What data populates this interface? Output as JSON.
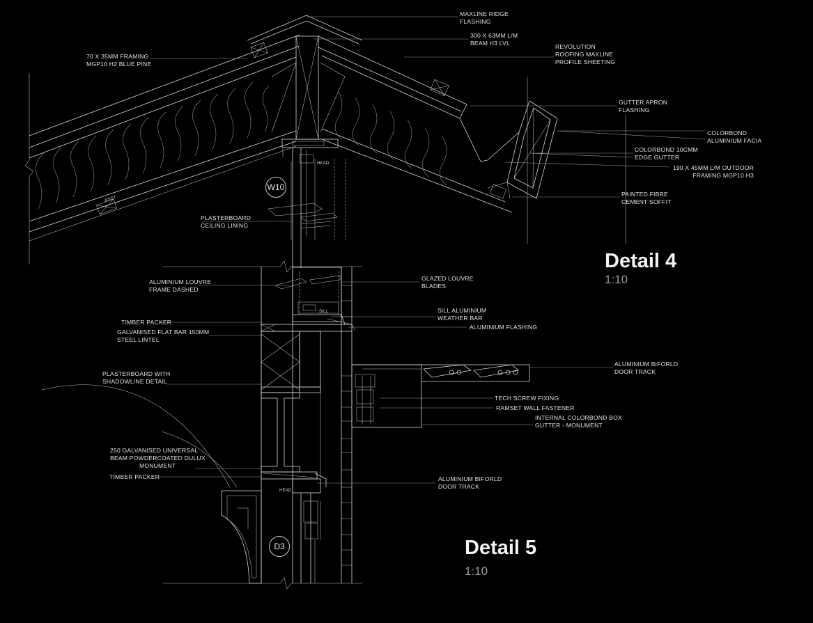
{
  "details": [
    {
      "title": "Detail 4",
      "scale": "1:10"
    },
    {
      "title": "Detail 5",
      "scale": "1:10"
    }
  ],
  "tags": {
    "w10": "W10",
    "d3": "D3"
  },
  "inline": {
    "joist": "JOIST",
    "head": "HEAD",
    "sill": "SILL",
    "head2": "HEAD"
  },
  "labels": {
    "maxline_ridge": [
      "MAXLINE  RIDGE",
      "FLASHING"
    ],
    "lvl_beam": [
      "300 X 63MM L/M",
      "BEAM H3 LVL"
    ],
    "revolution": [
      "REVOLUTION",
      "ROOFING MAXLINE",
      "PROFILE SHEETING"
    ],
    "framing_70": [
      "70 X 35MM FRAMING",
      "MGP10 H2 BLUE PINE"
    ],
    "gutter_apron": [
      "GUTTER APRON",
      "FLASHING"
    ],
    "colorbond_facia": [
      "COLORBOND",
      "ALUMINIUM FACIA"
    ],
    "edge_gutter": [
      "COLORBOND 10CMM",
      "EDGE GUTTER"
    ],
    "outdoor_framing": [
      "190 X 45MM L/M OUTDOOR",
      "FRAMING MGP10 H3"
    ],
    "soffit": [
      "PAINTED FIBRE",
      "CEMENT SOFFIT"
    ],
    "ceiling": [
      "PLASTERBOARD",
      "CEILING LINING"
    ],
    "louvre_frame": [
      "ALUMINIUM LOUVRE",
      "FRAME DASHED"
    ],
    "glazed_louvre": [
      "GLAZED LOUVRE",
      "BLADES"
    ],
    "sill_bar": [
      "SILL ALUMINIUM",
      "WEATHER BAR"
    ],
    "timber_packer_1": [
      "TIMBER PACKER"
    ],
    "alu_flashing": [
      "ALUMINIUM FLASHING"
    ],
    "galv_flat_bar": [
      "GALVANISED FLAT BAR 150MM",
      "STEEL LINTEL"
    ],
    "biforld_track_1": [
      "ALUMINIUM BIFORLD",
      "DOOR TRACK"
    ],
    "shadowline": [
      "PLASTERBOARD WITH",
      "SHADOWLINE DETAIL"
    ],
    "tech_screw": [
      "TECH SCREW FIXING"
    ],
    "ramset": [
      "RAMSET WALL FASTENER"
    ],
    "box_gutter": [
      "INTERNAL COLORBOND BOX",
      "GUTTER - MONUMENT"
    ],
    "universal_beam": [
      "250 GALVANISED UNIVERSAL",
      "BEAM POWDERCOATED DULUX",
      "MONUMENT"
    ],
    "timber_packer_2": [
      "TIMBER PACKER"
    ],
    "biforld_track_2": [
      "ALUMINIUM BIFORLD",
      "DOOR TRACK"
    ]
  }
}
